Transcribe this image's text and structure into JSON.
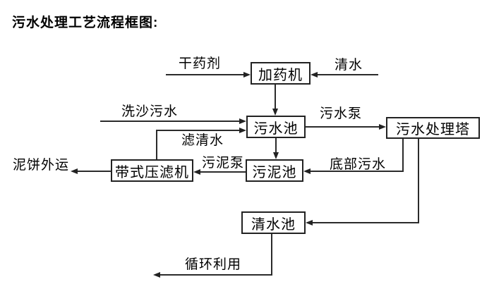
{
  "title": "污水处理工艺流程框图:",
  "boxes": {
    "dosing_machine": "加药机",
    "sewage_pool": "污水池",
    "treatment_tower": "污水处理塔",
    "belt_filter_press": "带式压滤机",
    "sludge_pool": "污泥池",
    "clear_water_pool": "清水池"
  },
  "flow_labels": {
    "dry_agent": "干药剂",
    "clear_water": "清水",
    "sand_washing_sewage": "洗沙污水",
    "sewage_pump": "污水泵",
    "filtered_water": "滤清水",
    "sludge_pump": "污泥泵",
    "bottom_sewage": "底部污水",
    "mud_cake_shipped_out": "泥饼外运",
    "recycling": "循环利用"
  },
  "colors": {
    "line": "#2b2b2b",
    "text": "#000000",
    "background": "#ffffff"
  }
}
